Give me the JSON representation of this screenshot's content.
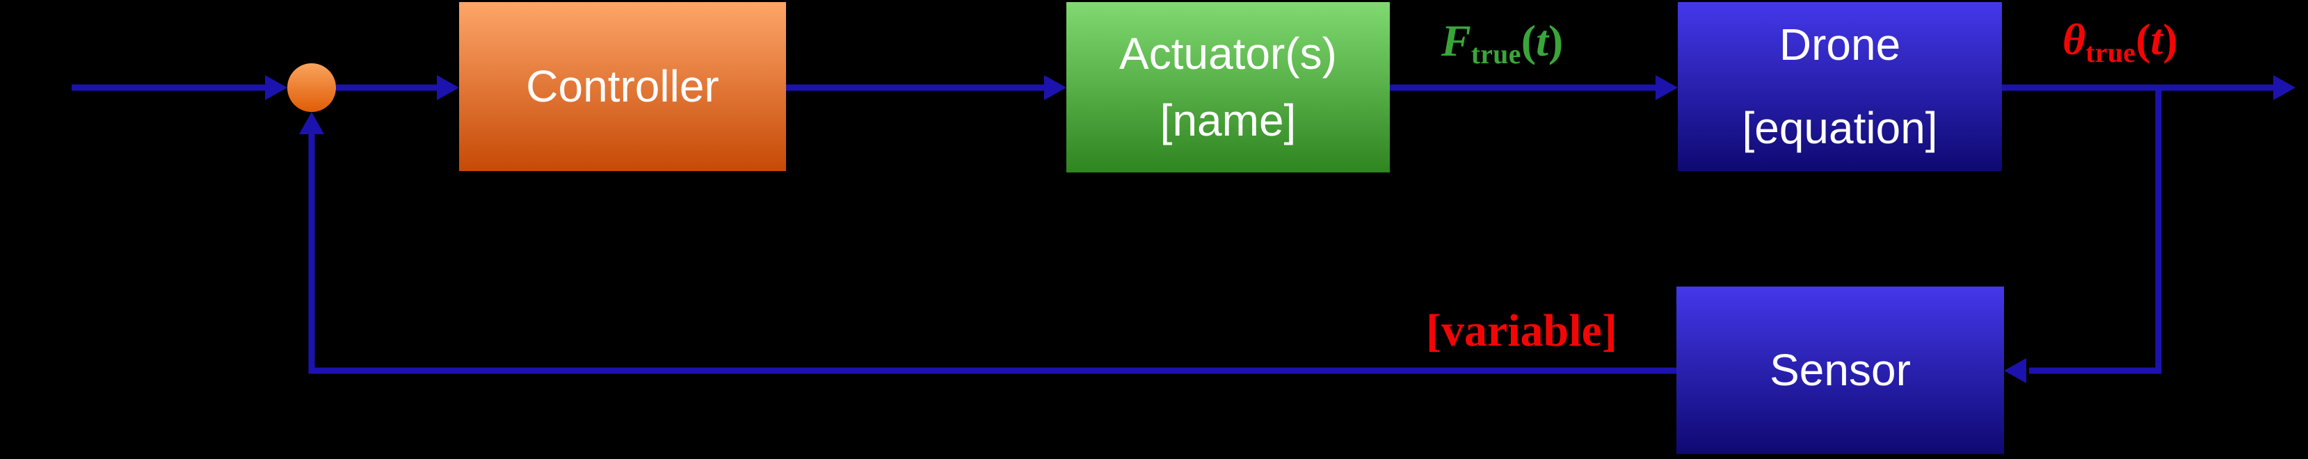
{
  "colors": {
    "background": "#000000",
    "arrow": "#1c13ae",
    "controller_top": "#fda569",
    "controller_bottom": "#c64a06",
    "actuator_top": "#80da70",
    "actuator_bottom": "#2f8520",
    "blue_box_top": "#4438ea",
    "blue_box_bottom": "#0e0972",
    "sum_top": "#f9a45e",
    "sum_bottom": "#e05c06",
    "signal_green": "#3aa63a",
    "signal_red": "#f40505",
    "box_text": "#ffffff"
  },
  "blocks": {
    "controller": {
      "label": "Controller"
    },
    "actuator": {
      "line1": "Actuator(s)",
      "line2": "[name]"
    },
    "drone": {
      "line1": "Drone",
      "line2": "[equation]"
    },
    "sensor": {
      "label": "Sensor"
    }
  },
  "labels": {
    "force": {
      "symbol": "F",
      "subscript": "true",
      "open": "(",
      "arg": "t",
      "close": ")"
    },
    "theta": {
      "symbol": "θ",
      "subscript": "true",
      "open": "(",
      "arg": "t",
      "close": ")"
    },
    "feedback": {
      "text": "[variable]"
    }
  }
}
